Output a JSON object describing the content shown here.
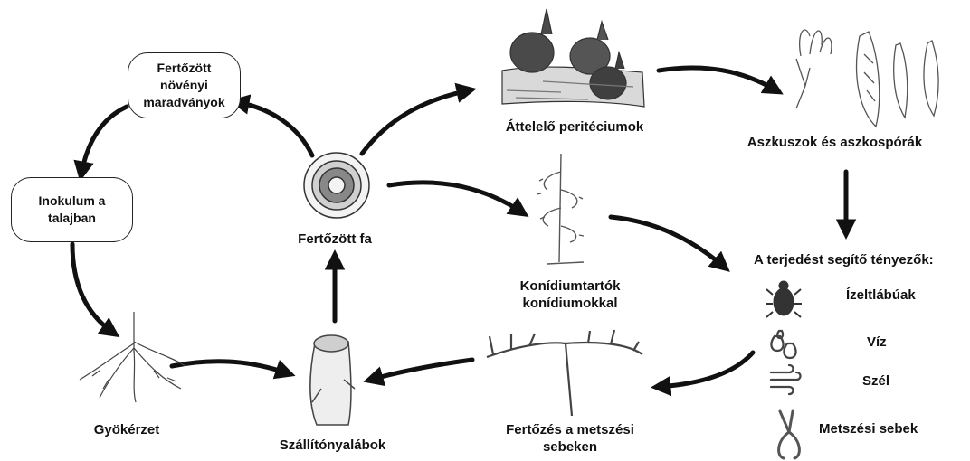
{
  "nodes": {
    "infected_debris": "Fertőzött\nnövényi\nmaradványok",
    "soil_inoculum": "Inokulum a\ntalajban",
    "roots": "Gyökérzet",
    "rootstocks": "Szállítónyalábok",
    "infected_tree": "Fertőzött fa",
    "perithecia": "Áttelelő peritéciumok",
    "asci": "Aszkuszok és aszkospórák",
    "conidiophores_line1": "Konídiumtartók",
    "conidiophores_line2": "konídiumokkal",
    "pruning_infection_line1": "Fertőzés a metszési",
    "pruning_infection_line2": "sebeken"
  },
  "factors": {
    "title": "A terjedést segítő tényezők:",
    "items": [
      {
        "label": "Ízeltlábúak",
        "icon": "beetle-icon"
      },
      {
        "label": "Víz",
        "icon": "water-drops-icon"
      },
      {
        "label": "Szél",
        "icon": "wind-icon"
      },
      {
        "label": "Metszési sebek",
        "icon": "pruning-shears-icon"
      }
    ]
  },
  "colors": {
    "ink": "#111111",
    "sketch": "#555555"
  }
}
